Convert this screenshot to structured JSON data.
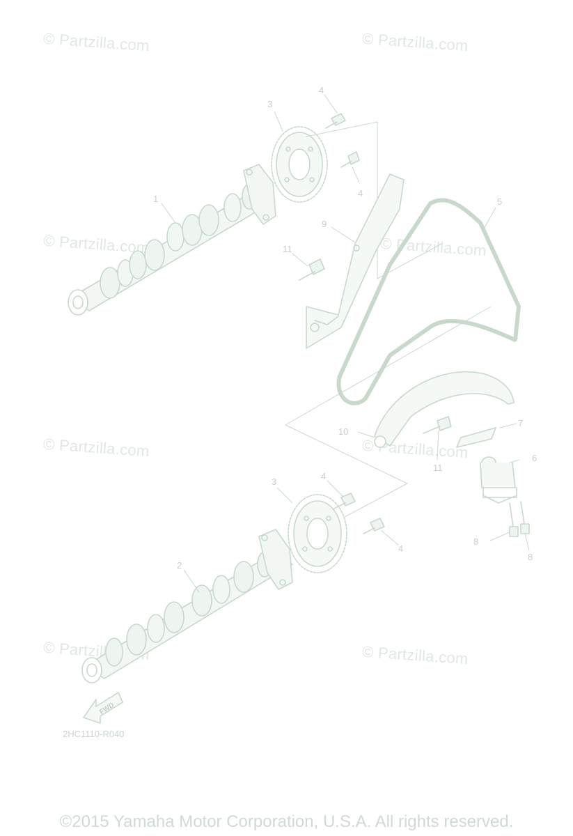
{
  "watermark": "© Partzilla.com",
  "diagram_code": "2HC1110-R040",
  "copyright": "©2015 Yamaha Motor Corporation, U.S.A. All rights reserved.",
  "fwd_label": "FWD",
  "callouts": {
    "c1": "1",
    "c2": "2",
    "c3a": "3",
    "c3b": "3",
    "c4a": "4",
    "c4b": "4",
    "c4c": "4",
    "c4d": "4",
    "c5": "5",
    "c6": "6",
    "c7": "7",
    "c8a": "8",
    "c8b": "8",
    "c9": "9",
    "c10": "10",
    "c11a": "11",
    "c11b": "11"
  },
  "colors": {
    "line": "#c8d9cc",
    "fill": "#eef4ef",
    "text": "#c2d2c6",
    "watermark": "#dfe8e2"
  }
}
